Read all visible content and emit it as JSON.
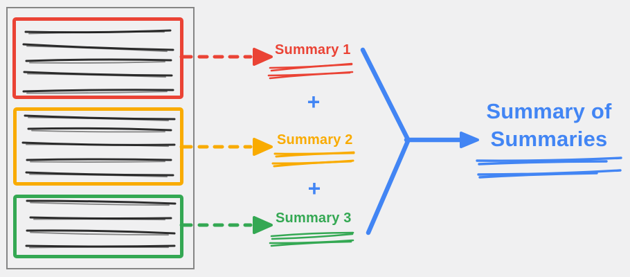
{
  "colors": {
    "background": "#f0f0f1",
    "document_border": "#858585",
    "ink": "#1c1c1c",
    "red": "#EA4335",
    "orange": "#F9AB00",
    "green": "#34A853",
    "blue": "#4285F4"
  },
  "document": {
    "chunks": [
      {
        "name": "chunk-1",
        "color_key": "red",
        "text_line_count": 5
      },
      {
        "name": "chunk-2",
        "color_key": "orange",
        "text_line_count": 5
      },
      {
        "name": "chunk-3",
        "color_key": "green",
        "text_line_count": 4
      }
    ]
  },
  "summaries": [
    {
      "label": "Summary 1",
      "color_key": "red"
    },
    {
      "label": "Summary 2",
      "color_key": "orange"
    },
    {
      "label": "Summary 3",
      "color_key": "green"
    }
  ],
  "operator": "+",
  "result": {
    "label": "Summary of Summaries",
    "lines": [
      "Summary of",
      "Summaries"
    ],
    "color_key": "blue"
  }
}
